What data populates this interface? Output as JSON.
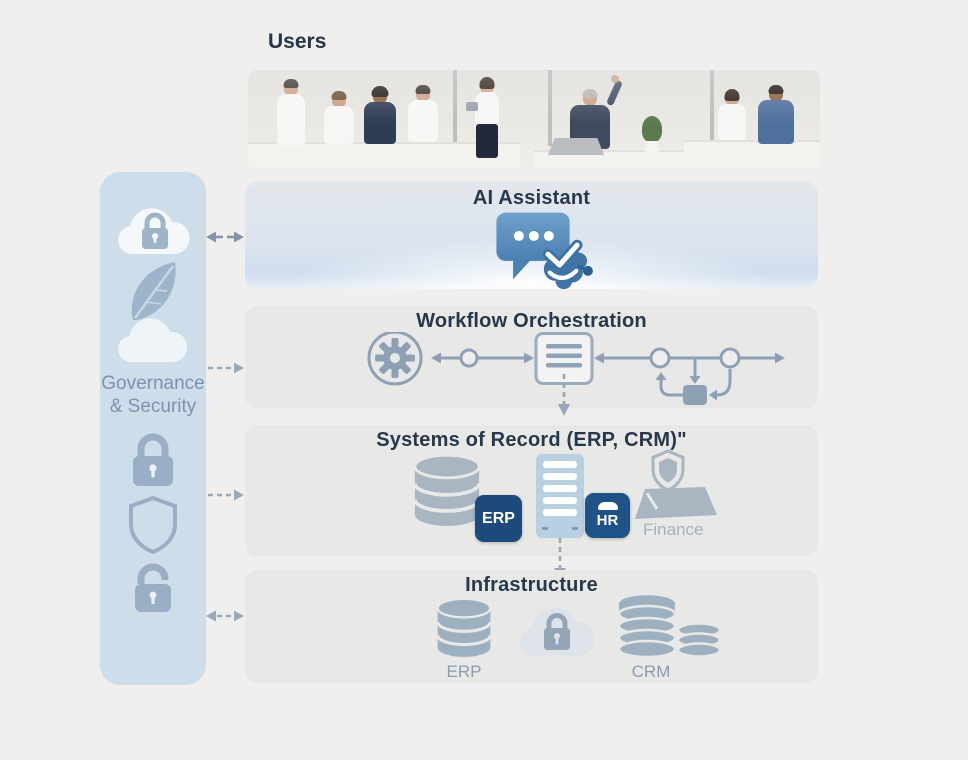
{
  "page": {
    "users_label": "Users"
  },
  "sidebar": {
    "label_line1": "Governance",
    "label_line2": "& Security",
    "icons": [
      "cloud-lock-icon",
      "leaf-icon",
      "cloud-icon",
      "lock-icon",
      "shield-icon",
      "unlock-icon"
    ]
  },
  "layers": [
    {
      "id": "ai-assistant",
      "title": "AI Assistant",
      "icon": "ai-chat-icon"
    },
    {
      "id": "workflow-orchestration",
      "title": "Workflow Orchestration",
      "icons": [
        "gear-icon",
        "process-node-icon",
        "document-icon",
        "process-node-icon",
        "process-node-icon",
        "task-square-icon"
      ]
    },
    {
      "id": "systems-of-record",
      "title": "Systems of Record (ERP, CRM)\"",
      "erp_badge": "ERP",
      "hr_badge": "HR",
      "finance_label": "Finance",
      "icons": [
        "database-icon",
        "erp-badge",
        "server-icon",
        "hr-badge",
        "shield-icon",
        "laptop-icon"
      ]
    },
    {
      "id": "infrastructure",
      "title": "Infrastructure",
      "erp_label": "ERP",
      "crm_label": "CRM",
      "icons": [
        "database-icon",
        "cloud-lock-icon",
        "database-stack-icon"
      ]
    }
  ],
  "colors": {
    "background": "#f0efee",
    "band_fill": "#e8e8e7",
    "ai_band_tint": "#d2dfee",
    "sidebar_fill": "#cfdde9",
    "icon_gray_blue": "#8ea1b4",
    "icon_light_gray": "#a9b5c1",
    "navy_badge_erp": "#1c4a7a",
    "navy_badge_hr": "#1f5287",
    "title_text": "#28384c",
    "sidebar_text": "#7d93ad",
    "muted_label": "#a3b2c1",
    "infra_label": "#8a9cae",
    "ai_bubble_blue": "#5e93c4",
    "ai_brain_blue": "#3e73a5"
  }
}
